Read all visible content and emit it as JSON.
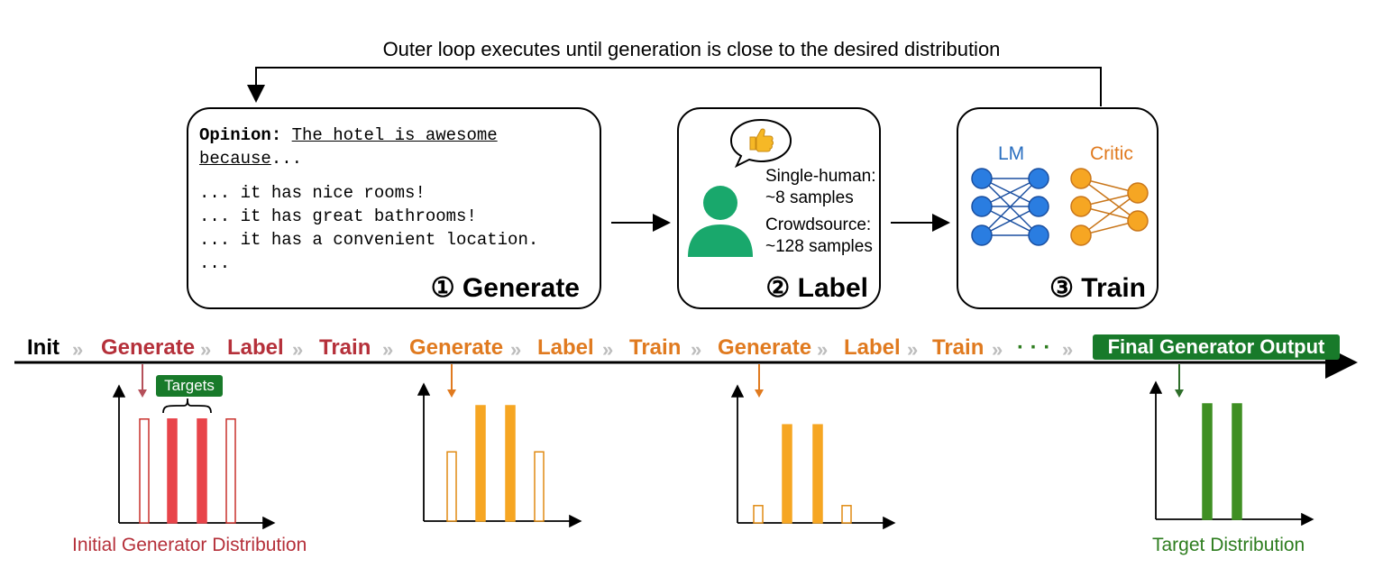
{
  "top_caption": "Outer loop executes until generation is close to the desired distribution",
  "generate_box": {
    "opinion_label": "Opinion:",
    "prompt_line1": "The hotel is awesome",
    "prompt_line2": "because",
    "prompt_ellipsis": "...",
    "outputs": [
      "... it has nice rooms!",
      "... it has great bathrooms!",
      "... it has a convenient location.",
      "..."
    ],
    "stage": "① Generate"
  },
  "label_box": {
    "single_human_title": "Single-human:",
    "single_human_count": "~8 samples",
    "crowd_title": "Crowdsource:",
    "crowd_count": "~128 samples",
    "stage": "② Label",
    "bubble_icon": "thumbs-up-icon"
  },
  "train_box": {
    "lm_label": "LM",
    "critic_label": "Critic",
    "stage": "③ Train"
  },
  "timeline": {
    "items": [
      "Init",
      "Generate",
      "Label",
      "Train",
      "Generate",
      "Label",
      "Train",
      "Generate",
      "Label",
      "Train"
    ],
    "separator": "»",
    "dots": "· · ·",
    "final": "Final Generator Output"
  },
  "targets_label": "Targets",
  "captions": {
    "initial": "Initial Generator Distribution",
    "target": "Target Distribution"
  },
  "colors": {
    "red": "#e8444a",
    "orange": "#f6a623",
    "green": "#3f8f23",
    "blue": "#2a7de1"
  },
  "distributions": [
    {
      "name": "initial",
      "values": [
        0.9,
        0.9,
        0.9,
        0.9
      ],
      "filled": [
        false,
        true,
        true,
        false
      ],
      "color": "red"
    },
    {
      "name": "iter2",
      "values": [
        0.6,
        1.0,
        1.0,
        0.6
      ],
      "filled": [
        false,
        true,
        true,
        false
      ],
      "color": "orange"
    },
    {
      "name": "iter3",
      "values": [
        0.15,
        0.85,
        0.85,
        0.15
      ],
      "filled": [
        false,
        true,
        true,
        false
      ],
      "color": "orange"
    },
    {
      "name": "target",
      "values": [
        0,
        1.0,
        1.0,
        0
      ],
      "filled": [
        false,
        true,
        true,
        false
      ],
      "color": "green"
    }
  ]
}
